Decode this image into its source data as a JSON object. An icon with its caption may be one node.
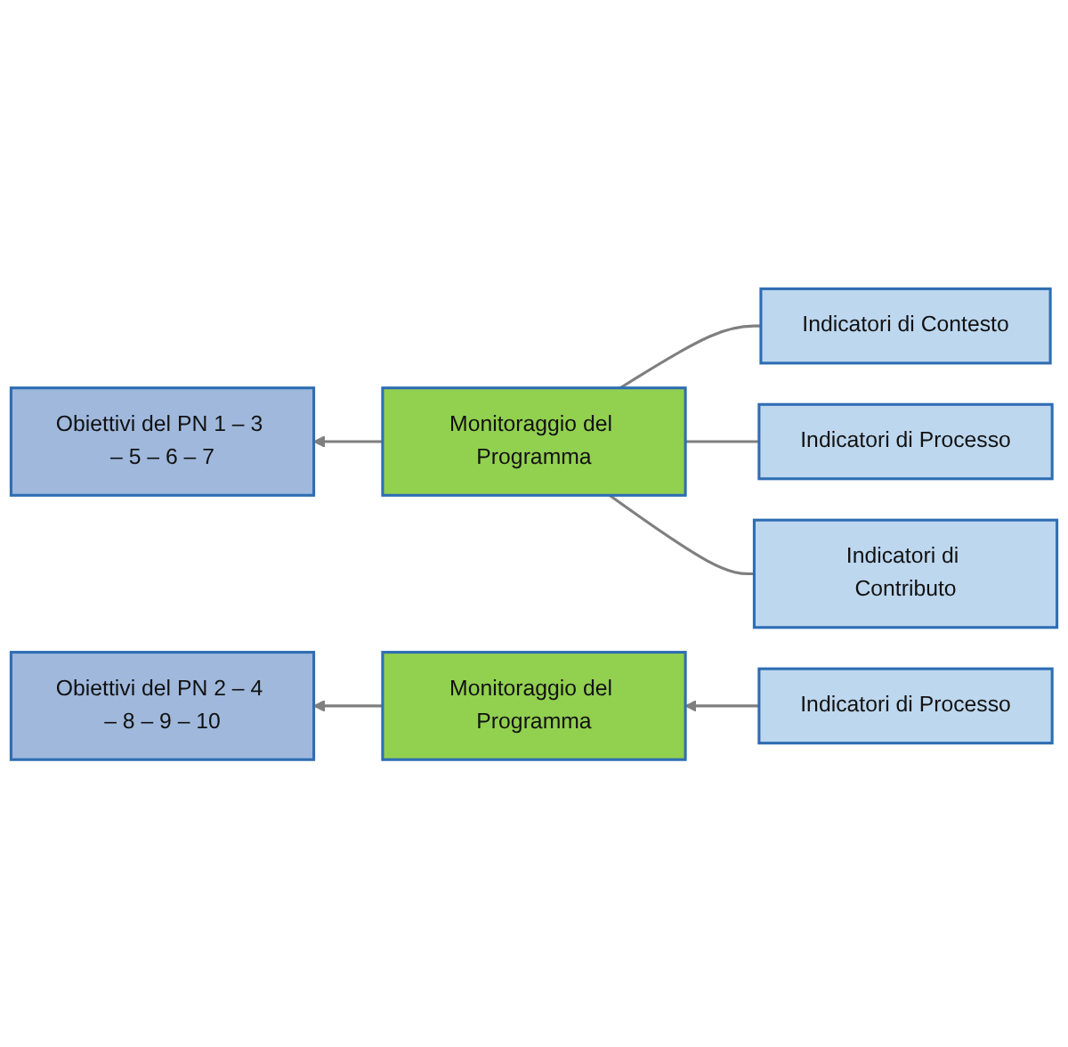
{
  "diagram": {
    "nodes": [
      {
        "text": [
          "Obiettivi del PN 1 – 3 – 5 – 6 – 7"
        ]
      },
      {
        "text": [
          "Monitoraggio del Programma"
        ]
      },
      {
        "text": [
          "Indicatori di Contesto"
        ]
      },
      {
        "text": [
          "Indicatori di Processo"
        ]
      },
      {
        "text": [
          "Indicatori di Contributo"
        ]
      },
      {
        "text": [
          "Obiettivi del PN 2 – 4 – 8 – 9 – 10"
        ]
      },
      {
        "text": [
          "Monitoraggio del Programma"
        ]
      },
      {
        "text": [
          "Indicatori di Processo"
        ]
      }
    ],
    "edges": [
      {
        "from": 1,
        "to": 0,
        "arrow": "to"
      },
      {
        "from": 2,
        "to": 1,
        "arrow": "none"
      },
      {
        "from": 3,
        "to": 1,
        "arrow": "none"
      },
      {
        "from": 4,
        "to": 1,
        "arrow": "none"
      },
      {
        "from": 6,
        "to": 5,
        "arrow": "to"
      },
      {
        "from": 7,
        "to": 6,
        "arrow": "to"
      }
    ]
  }
}
